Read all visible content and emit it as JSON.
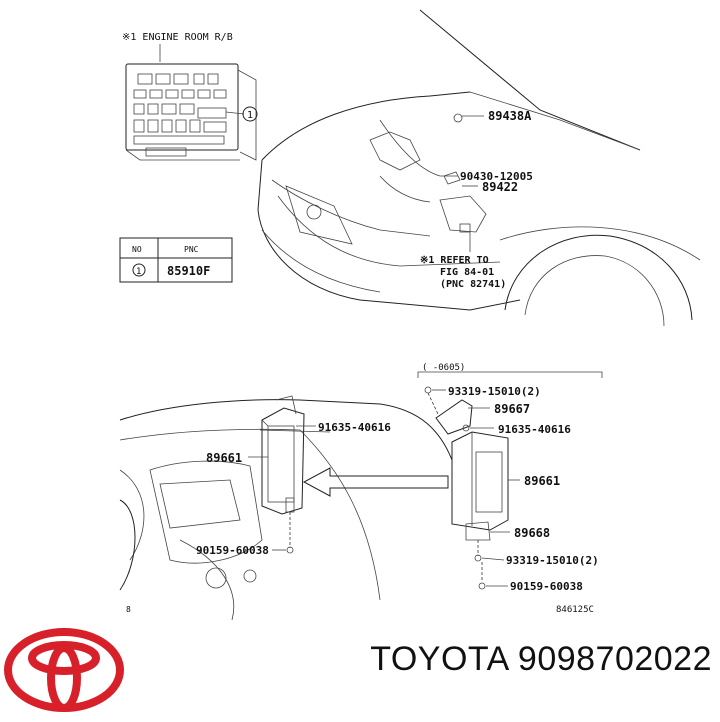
{
  "fuse_box": {
    "title": "※1 ENGINE ROOM R/B",
    "callout": "1"
  },
  "pnc_table": {
    "headers": [
      "NO",
      "PNC"
    ],
    "rows": [
      {
        "no": "1",
        "pnc": "85910F"
      }
    ]
  },
  "engine_labels": {
    "part_89438A": "89438A",
    "part_90430": "90430-12005",
    "part_89422": "89422",
    "refer_line1": "※1 REFER TO",
    "refer_line2": "FIG 84-01",
    "refer_line3": "(PNC 82741)"
  },
  "dash_labels": {
    "part_91635_left": "91635-40616",
    "part_89661_left": "89661",
    "part_90159_left": "90159-60038"
  },
  "detail_labels": {
    "date_range": "(      -0605)",
    "part_93319_top": "93319-15010(2)",
    "part_89667": "89667",
    "part_91635_right": "91635-40616",
    "part_89661_right": "89661",
    "part_89668": "89668",
    "part_93319_bottom": "93319-15010(2)",
    "part_90159_right": "90159-60038"
  },
  "figure_codes": {
    "left": "8",
    "right": "846125C"
  },
  "footer": {
    "brand_text": "TOYOTA 9098702022",
    "logo_color": "#d8202a"
  }
}
